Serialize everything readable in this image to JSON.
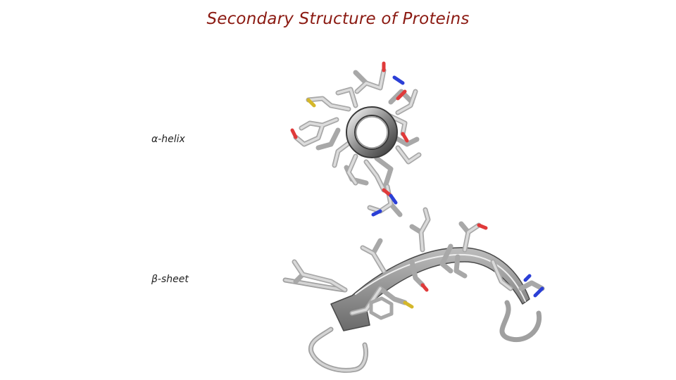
{
  "slide": {
    "title": "Secondary Structure of Proteins",
    "labels": {
      "helix": "α-helix",
      "sheet": "β-sheet"
    }
  },
  "colors": {
    "title": "#8b1a12",
    "stick": "#c4c4c4",
    "stick_edge": "#8c8c8c",
    "oxygen": "#e03a3a",
    "nitrogen": "#2b3fd6",
    "sulfur": "#d4b72a",
    "ribbon_dark": "#5a5a5a",
    "ribbon_light": "#d9d9d9"
  }
}
